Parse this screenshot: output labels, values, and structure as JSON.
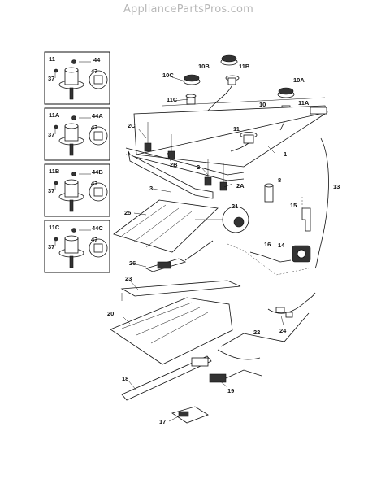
{
  "watermark": "AppliancePartsPros.com",
  "inset_boxes": [
    {
      "top": "11",
      "right": "44",
      "left": "37",
      "circle": "47"
    },
    {
      "top": "11A",
      "right": "44A",
      "left": "37",
      "circle": "47"
    },
    {
      "top": "11B",
      "right": "44B",
      "left": "37",
      "circle": "47"
    },
    {
      "top": "11C",
      "right": "44C",
      "left": "37",
      "circle": "47"
    }
  ],
  "callouts": {
    "c10B": "10B",
    "c11B": "11B",
    "c10C": "10C",
    "c10A": "10A",
    "c10": "10",
    "c11C": "11C",
    "c11A": "11A",
    "c2C": "2C",
    "c11": "11",
    "c1": "1",
    "c2B": "2B",
    "c2": "2",
    "c8": "8",
    "c13": "13",
    "c3": "3",
    "c2A": "2A",
    "c15": "15",
    "c25": "25",
    "c21": "21",
    "c16": "16",
    "c14": "14",
    "c26": "26",
    "c23": "23",
    "c20": "20",
    "c24": "24",
    "c22": "22",
    "c18": "18",
    "c19": "19",
    "c17": "17"
  }
}
